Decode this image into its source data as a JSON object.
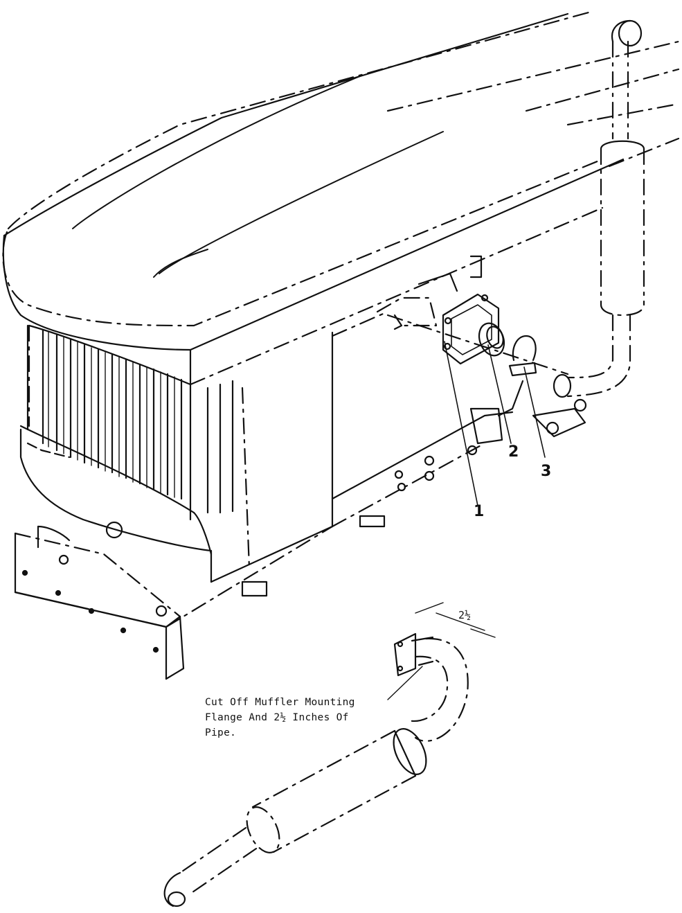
{
  "callouts": [
    "1",
    "2",
    "3"
  ],
  "dimension_label": "2½",
  "note_lines": [
    "Cut Off Muffler Mounting",
    "Flange And 2½ Inches Of",
    "Pipe."
  ],
  "colors": {
    "ink": "#111111",
    "paper": "#ffffff"
  }
}
